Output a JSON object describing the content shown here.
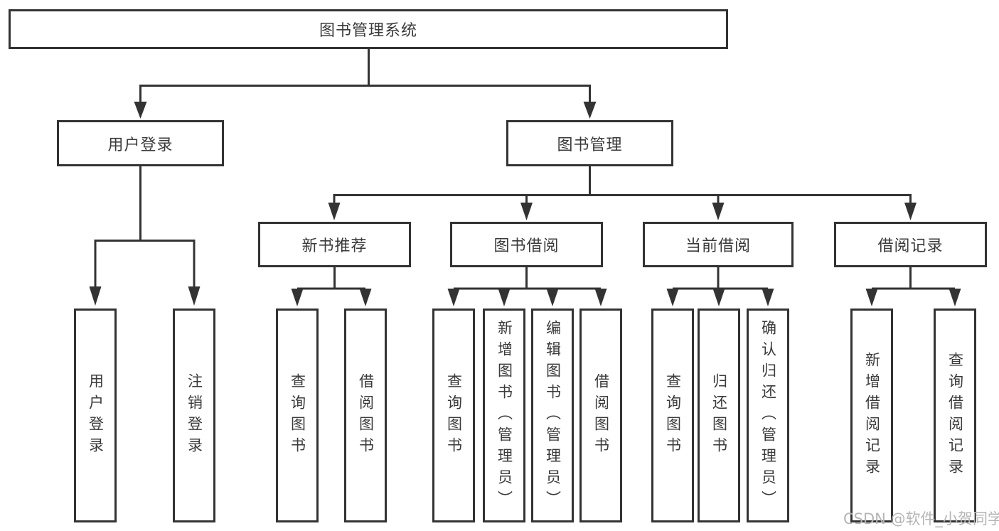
{
  "diagram": {
    "root": {
      "label": "图书管理系统"
    },
    "level2": {
      "user_login": {
        "label": "用户登录"
      },
      "book_management": {
        "label": "图书管理"
      }
    },
    "level3": {
      "new_book_recommend": {
        "label": "新书推荐"
      },
      "book_borrow": {
        "label": "图书借阅"
      },
      "current_borrow": {
        "label": "当前借阅"
      },
      "borrow_records": {
        "label": "借阅记录"
      }
    },
    "leaves": {
      "user_login": [
        {
          "label": "用户登录"
        },
        {
          "label": "注销登录"
        }
      ],
      "new_book_recommend": [
        {
          "label": "查询图书"
        },
        {
          "label": "借阅图书"
        }
      ],
      "book_borrow": [
        {
          "label": "查询图书"
        },
        {
          "label": "新增图书（管理员）"
        },
        {
          "label": "编辑图书（管理员）"
        },
        {
          "label": "借阅图书"
        }
      ],
      "current_borrow": [
        {
          "label": "查询图书"
        },
        {
          "label": "归还图书"
        },
        {
          "label": "确认归还（管理员）"
        }
      ],
      "borrow_records": [
        {
          "label": "新增借阅记录"
        },
        {
          "label": "查询借阅记录"
        }
      ]
    }
  },
  "colors": {
    "line": "#333333",
    "text": "#3a3a3a",
    "watermark": "#b5b5b5",
    "background": "#ffffff"
  },
  "watermark": {
    "text": "CSDN @软件_小贺同学"
  }
}
